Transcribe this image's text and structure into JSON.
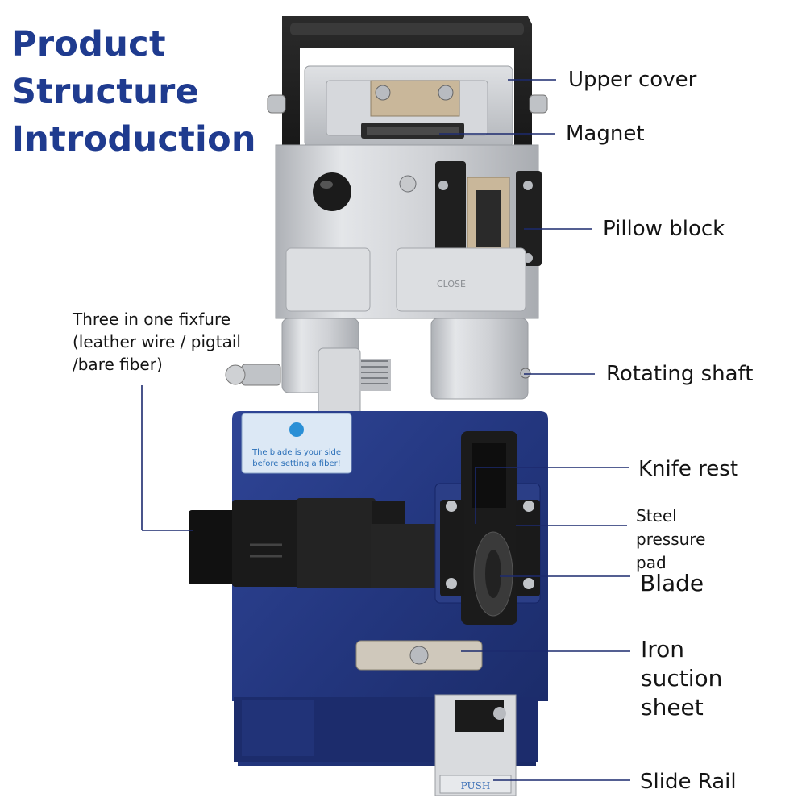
{
  "title_lines": [
    "Product",
    "Structure",
    "Introduction"
  ],
  "labels": {
    "upper_cover": "Upper cover",
    "magnet": "Magnet",
    "pillow_block": "Pillow block",
    "fixture": [
      "Three in one fixfure",
      "(leather wire / pigtail",
      "/bare fiber)"
    ],
    "rotating_shaft": "Rotating shaft",
    "knife_rest": "Knife rest",
    "steel_pressure_pad": [
      "Steel",
      "pressure",
      "pad"
    ],
    "blade": "Blade",
    "iron_suction_sheet": [
      "Iron",
      "suction",
      "sheet"
    ],
    "slide_rail": "Slide Rail"
  },
  "device_text": {
    "warning": [
      "The blade is your side",
      "before setting a fiber!"
    ],
    "close": "CLOSE",
    "push": "PUSH"
  },
  "colors": {
    "title": "#1f3b8f",
    "body_blue": "#23367e",
    "leader_line": "#1c2a6e",
    "silver": "#c9cbcf",
    "black_part": "#1e1e1e"
  }
}
